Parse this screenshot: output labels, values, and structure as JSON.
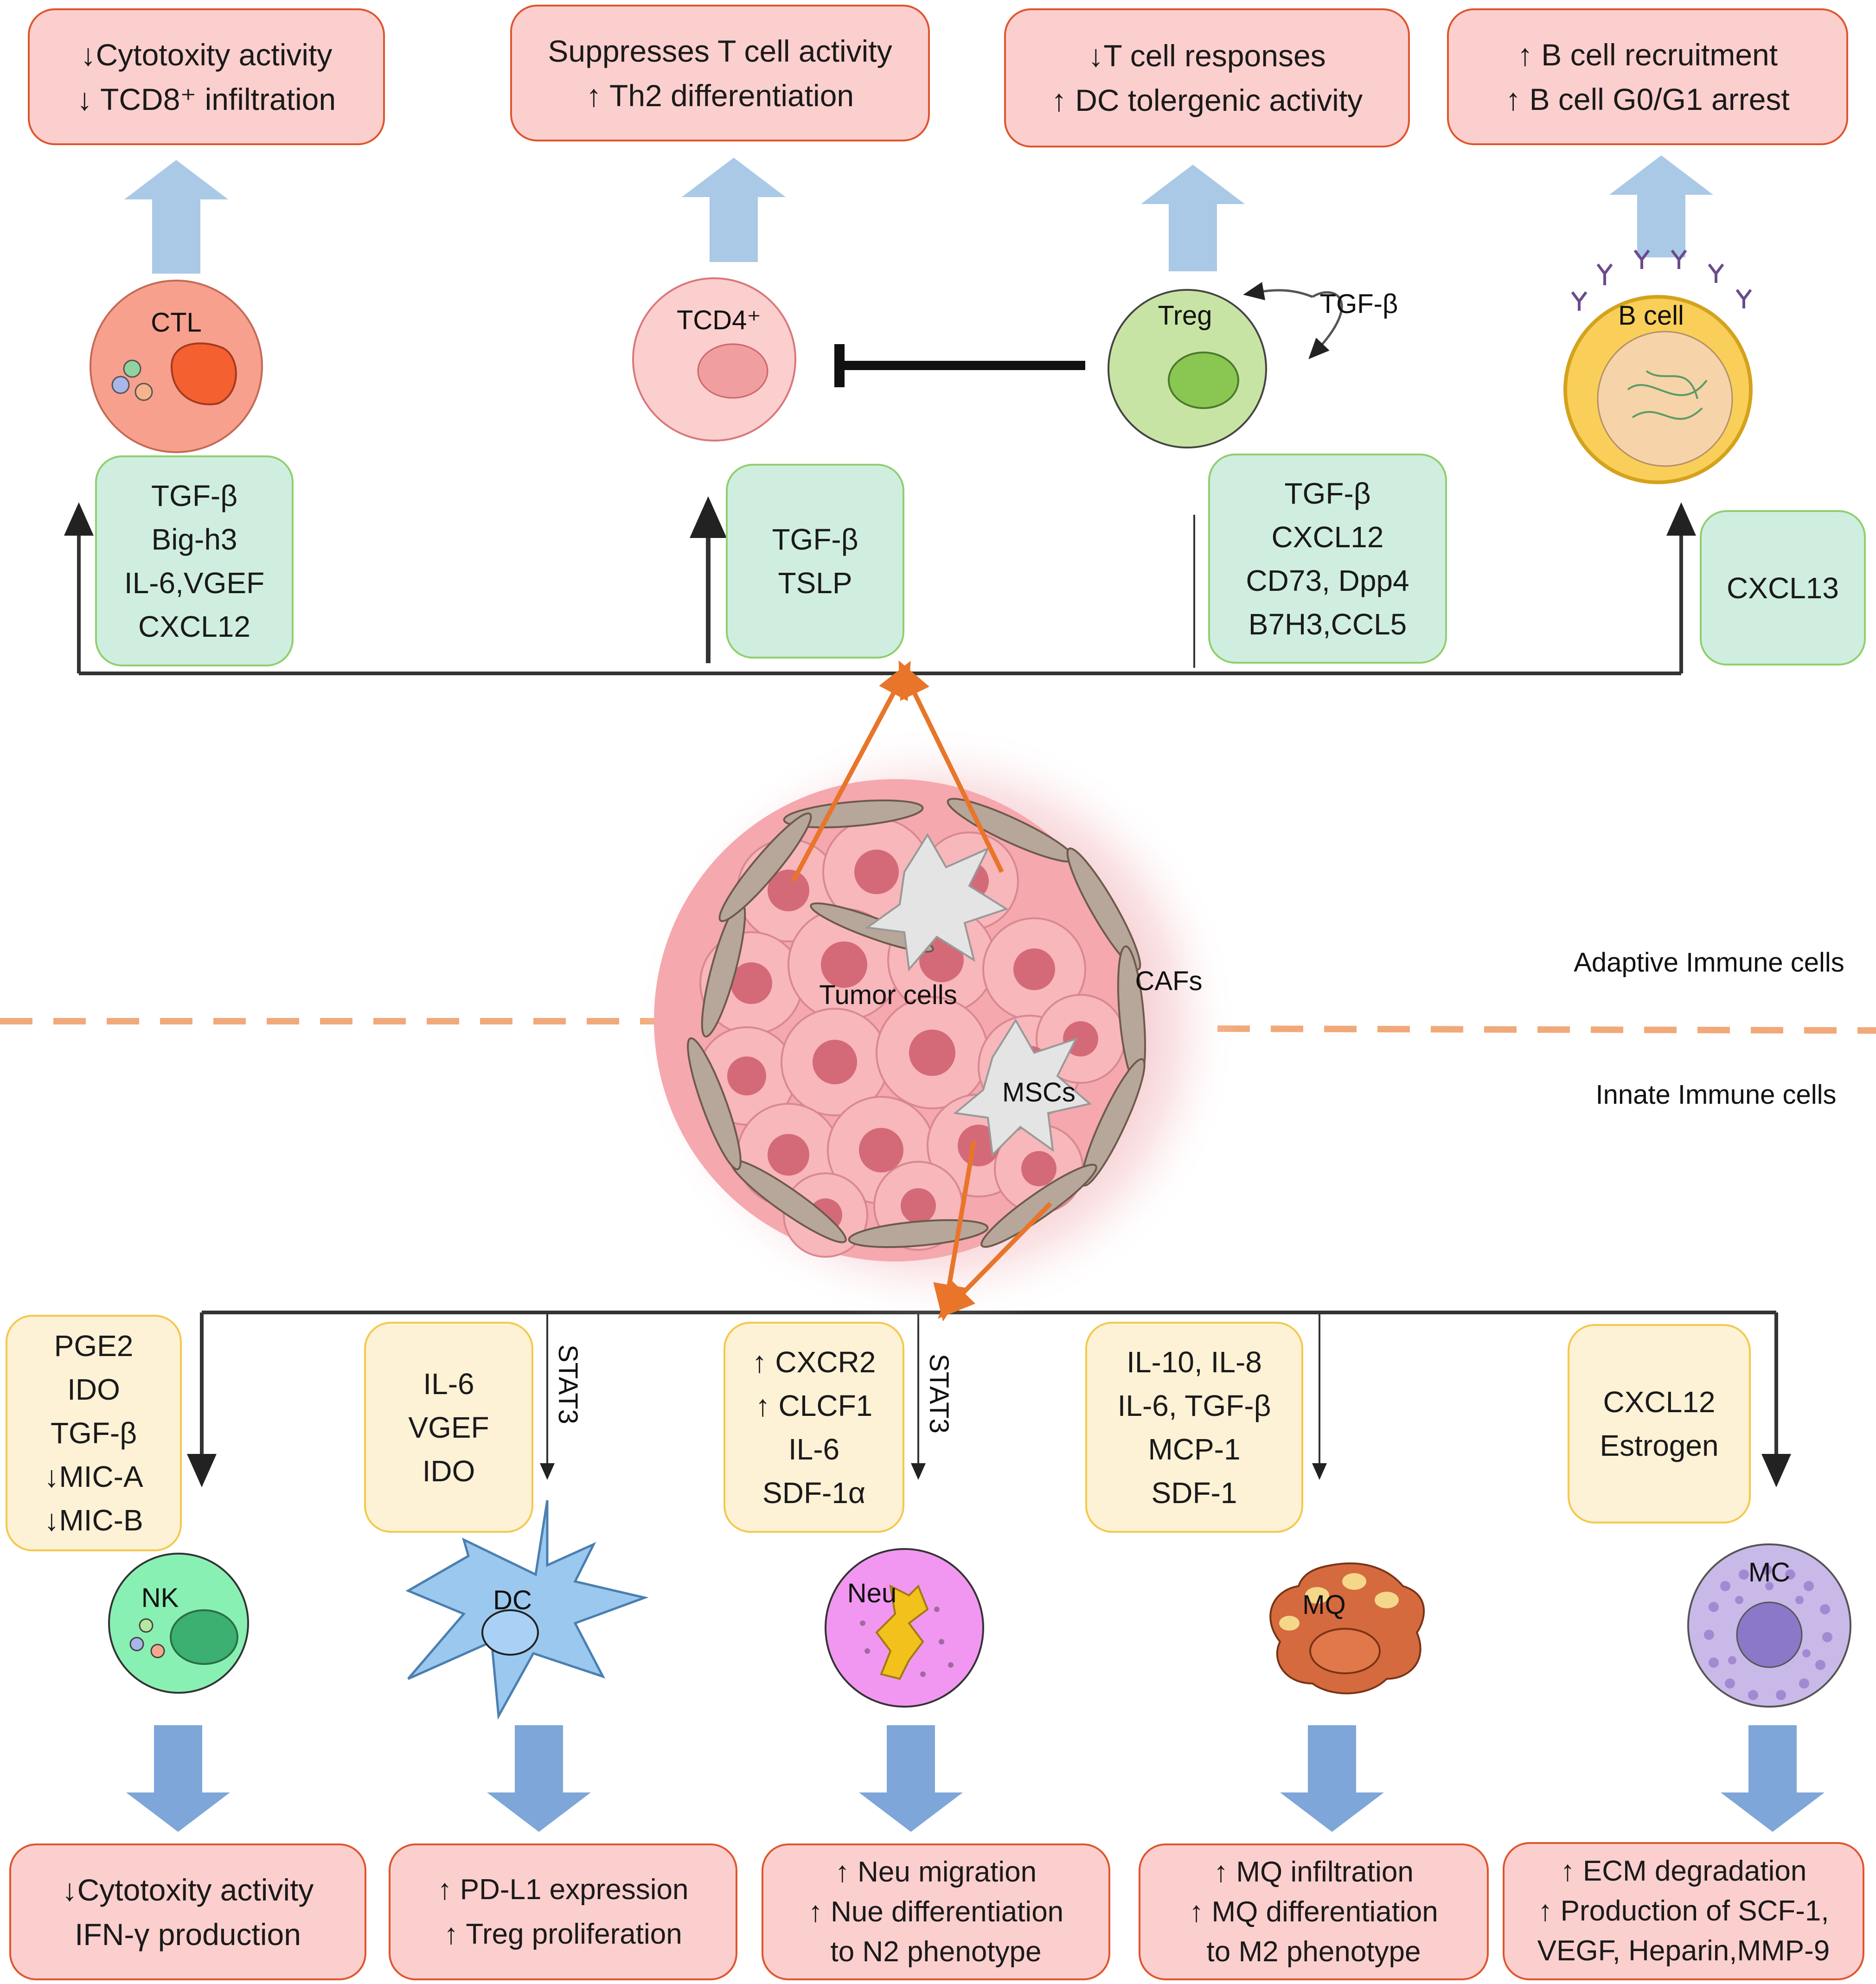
{
  "adaptive": {
    "effects": [
      {
        "lines": [
          "↓Cytotoxity activity",
          "↓ TCD8⁺ infiltration"
        ]
      },
      {
        "lines": [
          "Suppresses T cell activity",
          "↑ Th2 differentiation"
        ]
      },
      {
        "lines": [
          "↓T cell responses",
          "↑ DC tolergenic activity"
        ]
      },
      {
        "lines": [
          "↑ B cell recruitment",
          "↑ B cell G0/G1 arrest"
        ]
      }
    ],
    "cells": [
      {
        "label": "CTL"
      },
      {
        "label": "TCD4⁺"
      },
      {
        "label": "Treg",
        "autocrine": "TGF-β"
      },
      {
        "label": "B cell"
      }
    ],
    "factors": [
      {
        "lines": [
          "TGF-β",
          "Big-h3",
          "IL-6,VGEF",
          "CXCL12"
        ]
      },
      {
        "lines": [
          "TGF-β",
          "TSLP"
        ]
      },
      {
        "lines": [
          "TGF-β",
          "CXCL12",
          "CD73, Dpp4",
          "B7H3,CCL5"
        ]
      },
      {
        "lines": [
          "CXCL13"
        ]
      }
    ]
  },
  "center": {
    "tumor_label": "Tumor cells",
    "cafs_label": "CAFs",
    "mscs_label": "MSCs",
    "adaptive_section": "Adaptive Immune cells",
    "innate_section": "Innate Immune cells"
  },
  "innate": {
    "factors": [
      {
        "lines": [
          "PGE2",
          "IDO",
          "TGF-β",
          "↓MIC-A",
          "↓MIC-B"
        ]
      },
      {
        "lines": [
          "IL-6",
          "VGEF",
          "IDO"
        ],
        "pathway": "STAT3"
      },
      {
        "lines": [
          "↑ CXCR2",
          "↑ CLCF1",
          "IL-6",
          "SDF-1α"
        ],
        "pathway": "STAT3"
      },
      {
        "lines": [
          "IL-10, IL-8",
          "IL-6, TGF-β",
          "MCP-1",
          "SDF-1"
        ]
      },
      {
        "lines": [
          "CXCL12",
          "Estrogen"
        ]
      }
    ],
    "cells": [
      {
        "label": "NK"
      },
      {
        "label": "DC"
      },
      {
        "label": "Neu"
      },
      {
        "label": "MQ"
      },
      {
        "label": "MC"
      }
    ],
    "effects": [
      {
        "lines": [
          "↓Cytotoxity activity",
          "IFN-γ production"
        ]
      },
      {
        "lines": [
          "↑ PD-L1 expression",
          "↑ Treg proliferation"
        ]
      },
      {
        "lines": [
          "↑ Neu migration",
          "↑ Nue differentiation",
          "to N2 phenotype"
        ]
      },
      {
        "lines": [
          "↑ MQ infiltration",
          "↑ MQ differentiation",
          "to M2 phenotype"
        ]
      },
      {
        "lines": [
          "↑ ECM degradation",
          "↑ Production of SCF-1,",
          "VEGF, Heparin,MMP-9"
        ]
      }
    ]
  },
  "colors": {
    "effect_fill": "#fbcfce",
    "effect_border": "#e0552e",
    "adaptive_factor_fill": "#cfeee0",
    "innate_factor_fill": "#fdf1d6",
    "up_arrow": "#a9c9e6",
    "down_arrow": "#7ea6d8",
    "tumor_arrow": "#e8752a",
    "divider": "#f1a97a"
  }
}
